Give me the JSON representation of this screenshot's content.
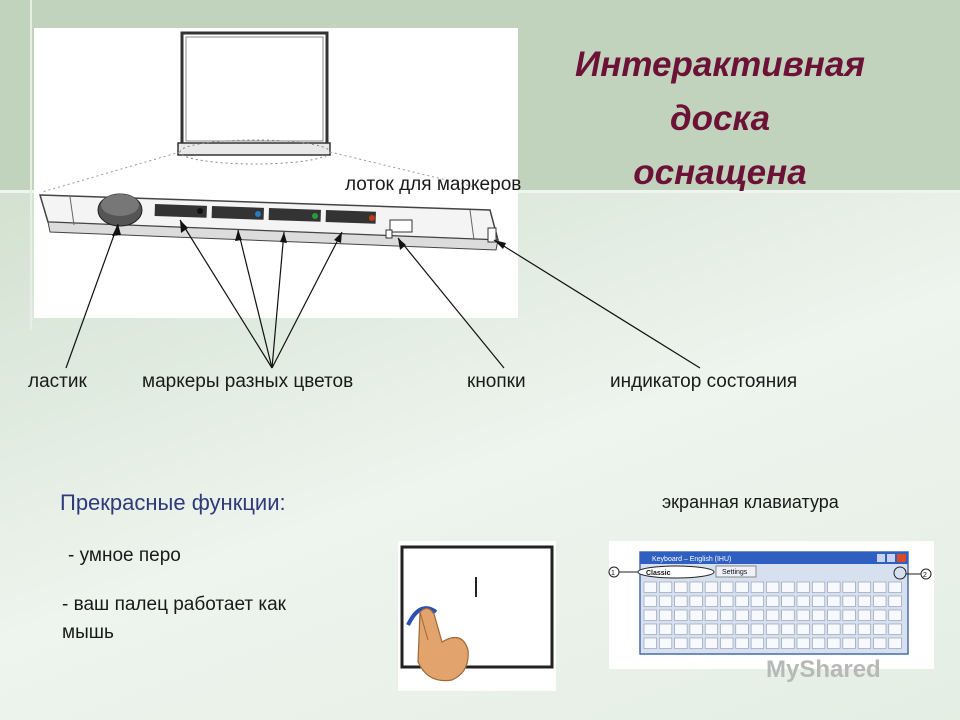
{
  "title": {
    "line1": "Интерактивная",
    "line2": "доска",
    "line3": "оснащена"
  },
  "labels": {
    "tray": "лоток для маркеров",
    "eraser": "ластик",
    "markers": "маркеры разных цветов",
    "buttons": "кнопки",
    "indicator": "индикатор состояния"
  },
  "features": {
    "heading": "Прекрасные функции:",
    "item1": "- умное перо",
    "item2_line1": "- ваш палец работает как",
    "item2_line2": "мышь"
  },
  "keyboard": {
    "caption": "экранная клавиатура",
    "window_title": "Keyboard – English (IHU)",
    "mode": "Classic",
    "settings": "Settings",
    "callout1": "1",
    "callout2": "2"
  },
  "watermark": "MyShared",
  "colors": {
    "title": "#6b1236",
    "features_heading": "#2f3a7a",
    "band": "#c2d3bd"
  }
}
